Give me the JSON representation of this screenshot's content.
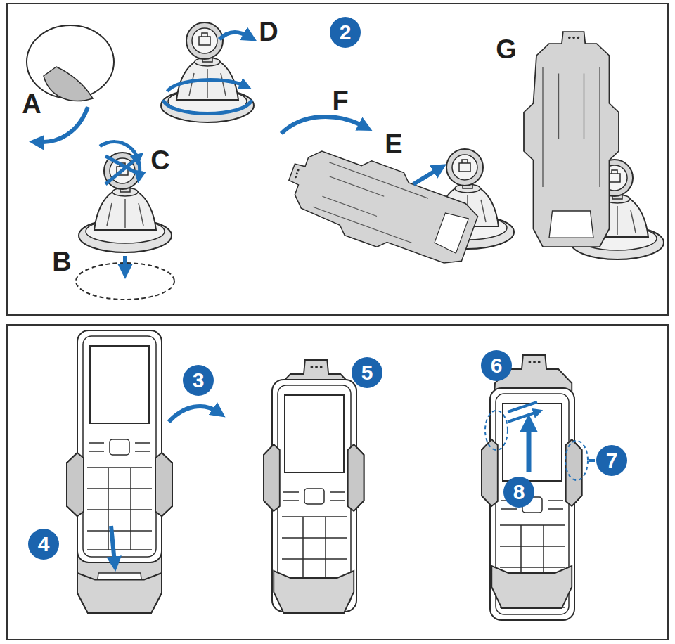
{
  "diagram": {
    "nodes": [
      {
        "text": [
          "2"
        ]
      },
      {
        "text": [
          "3"
        ]
      },
      {
        "text": [
          "4"
        ]
      },
      {
        "text": [
          "5"
        ]
      },
      {
        "text": [
          "6"
        ]
      },
      {
        "text": [
          "7"
        ]
      },
      {
        "text": [
          "8"
        ]
      }
    ],
    "labels": [
      "A",
      "B",
      "C",
      "D",
      "E",
      "F",
      "G"
    ]
  }
}
